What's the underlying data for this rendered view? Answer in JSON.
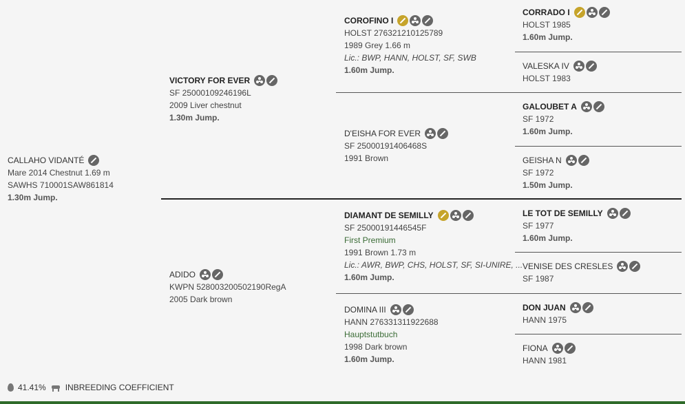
{
  "subject": {
    "name": "CALLAHO VIDANTÉ",
    "line1": "Mare 2014 Chestnut 1.69 m",
    "line2": "SAWHS 710001SAW861814",
    "jump": "1.30m Jump."
  },
  "sire": {
    "name": "VICTORY FOR EVER",
    "reg": "SF 25000109246196L",
    "info": "2009 Liver chestnut",
    "jump": "1.30m Jump."
  },
  "dam": {
    "name": "ADIDO",
    "reg": "KWPN 528003200502190RegA",
    "info": "2005 Dark brown"
  },
  "ss": {
    "name": "COROFINO I",
    "reg": "HOLST 276321210125789",
    "info": "1989 Grey 1.66 m",
    "lic": "Lic.: BWP, HANN, HOLST, SF, SWB",
    "jump": "1.60m Jump."
  },
  "sd": {
    "name": "D'EISHA FOR EVER",
    "reg": "SF 25000191406468S",
    "info": "1991 Brown"
  },
  "ds": {
    "name": "DIAMANT DE SEMILLY",
    "reg": "SF 25000191446545F",
    "premium": "First Premium",
    "info": "1991 Brown 1.73 m",
    "lic": "Lic.: AWR, BWP, CHS, HOLST, SF, SI-UNIRE, ...",
    "jump": "1.60m Jump."
  },
  "dd": {
    "name": "DOMINA III",
    "reg": "HANN 276331311922688",
    "premium": "Hauptstutbuch",
    "info": "1998 Dark brown",
    "jump": "1.60m Jump."
  },
  "sss": {
    "name": "CORRADO I",
    "reg": "HOLST 1985",
    "jump": "1.60m Jump."
  },
  "ssd": {
    "name": "VALESKA IV",
    "reg": "HOLST 1983"
  },
  "sds": {
    "name": "GALOUBET A",
    "reg": "SF 1972",
    "jump": "1.60m Jump."
  },
  "sdd": {
    "name": "GEISHA N",
    "reg": "SF 1972",
    "jump": "1.50m Jump."
  },
  "dss": {
    "name": "LE TOT DE SEMILLY",
    "reg": "SF 1977",
    "jump": "1.60m Jump."
  },
  "dsd": {
    "name": "VENISE DES CRESLES",
    "reg": "SF 1987"
  },
  "dds": {
    "name": "DON JUAN",
    "reg": "HANN 1975"
  },
  "ddd": {
    "name": "FIONA",
    "reg": "HANN 1981"
  },
  "footer": {
    "percent": "41.41%",
    "label": "INBREEDING COEFFICIENT"
  },
  "colors": {
    "gold_icon": "#c6a42b",
    "grey_icon": "#666666",
    "accent_green": "#2f6b2a"
  }
}
